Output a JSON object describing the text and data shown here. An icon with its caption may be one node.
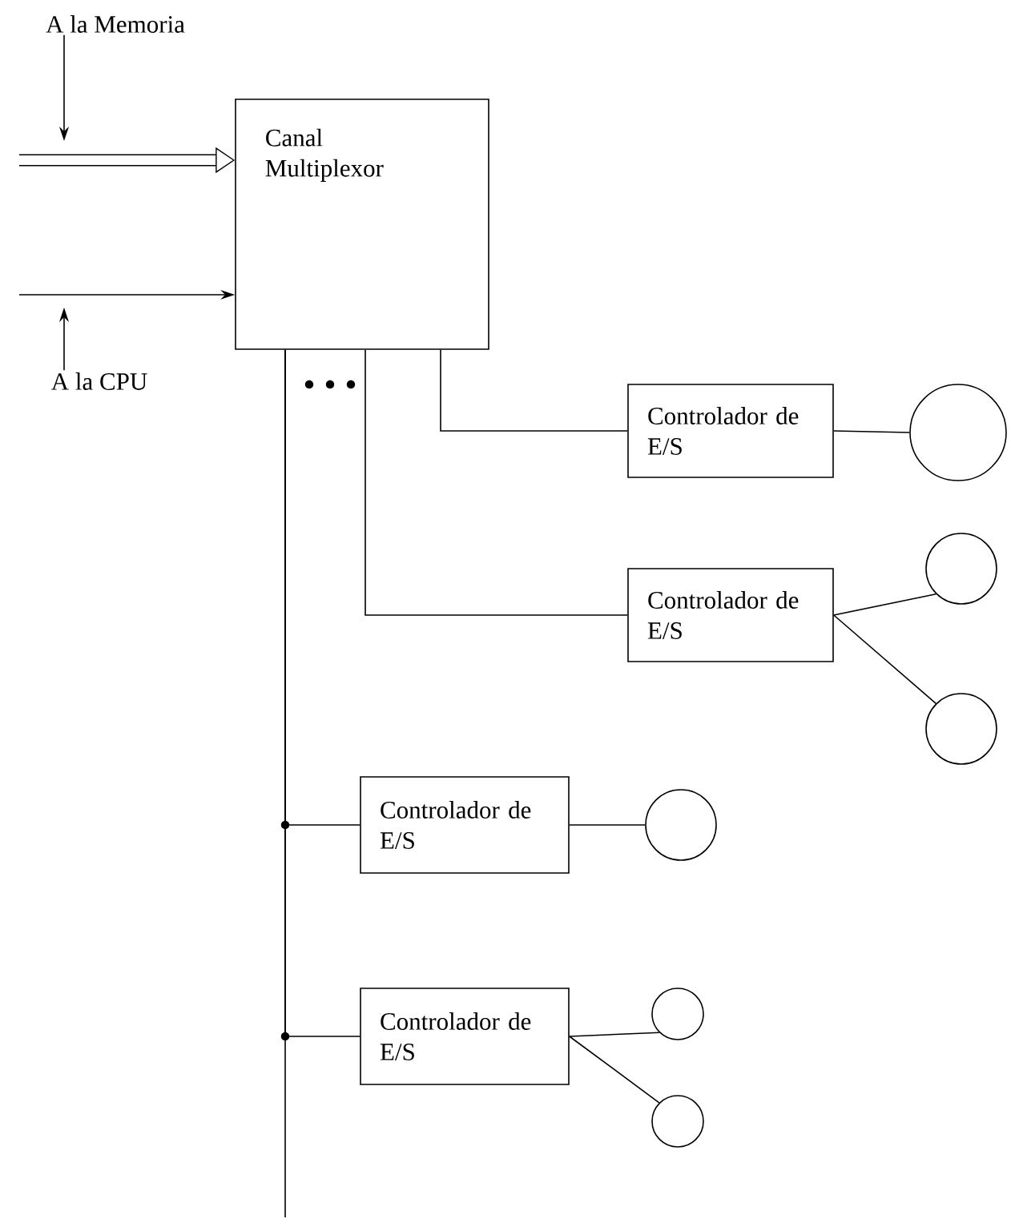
{
  "diagram": {
    "nodes": [
      {
        "text": [
          "Canal Multiplexor"
        ]
      },
      {
        "text": [
          "Controlador de E/S"
        ]
      },
      {
        "text": [],
        "shape": "circle"
      },
      {
        "text": [
          "Controlador de E/S"
        ]
      },
      {
        "text": [],
        "shape": "circle"
      },
      {
        "text": [],
        "shape": "circle"
      },
      {
        "text": [
          "Controlador de E/S"
        ]
      },
      {
        "text": [],
        "shape": "circle"
      },
      {
        "text": [
          "Controlador de E/S"
        ]
      },
      {
        "text": [],
        "shape": "circle"
      },
      {
        "text": [],
        "shape": "circle"
      },
      {
        "text": [
          "A la Memoria"
        ]
      },
      {
        "text": [
          "A la CPU"
        ]
      }
    ],
    "edges": [
      {
        "from": null,
        "to": 0,
        "arrow": "to",
        "style": "thick"
      },
      {
        "from": null,
        "to": 0,
        "arrow": "to"
      },
      {
        "from": 11,
        "to": null,
        "arrow": "to"
      },
      {
        "from": 12,
        "to": null,
        "arrow": "to"
      },
      {
        "from": 0,
        "to": 1,
        "arrow": "none"
      },
      {
        "from": 0,
        "to": 3,
        "arrow": "none"
      },
      {
        "from": 0,
        "to": 6,
        "arrow": "none"
      },
      {
        "from": 0,
        "to": 8,
        "arrow": "none"
      },
      {
        "from": 0,
        "to": null,
        "arrow": "none"
      },
      {
        "from": 1,
        "to": 2,
        "arrow": "none"
      },
      {
        "from": 3,
        "to": 4,
        "arrow": "none"
      },
      {
        "from": 3,
        "to": 5,
        "arrow": "none"
      },
      {
        "from": 6,
        "to": 7,
        "arrow": "none"
      },
      {
        "from": 8,
        "to": 9,
        "arrow": "none"
      },
      {
        "from": 8,
        "to": 10,
        "arrow": "none"
      }
    ]
  }
}
